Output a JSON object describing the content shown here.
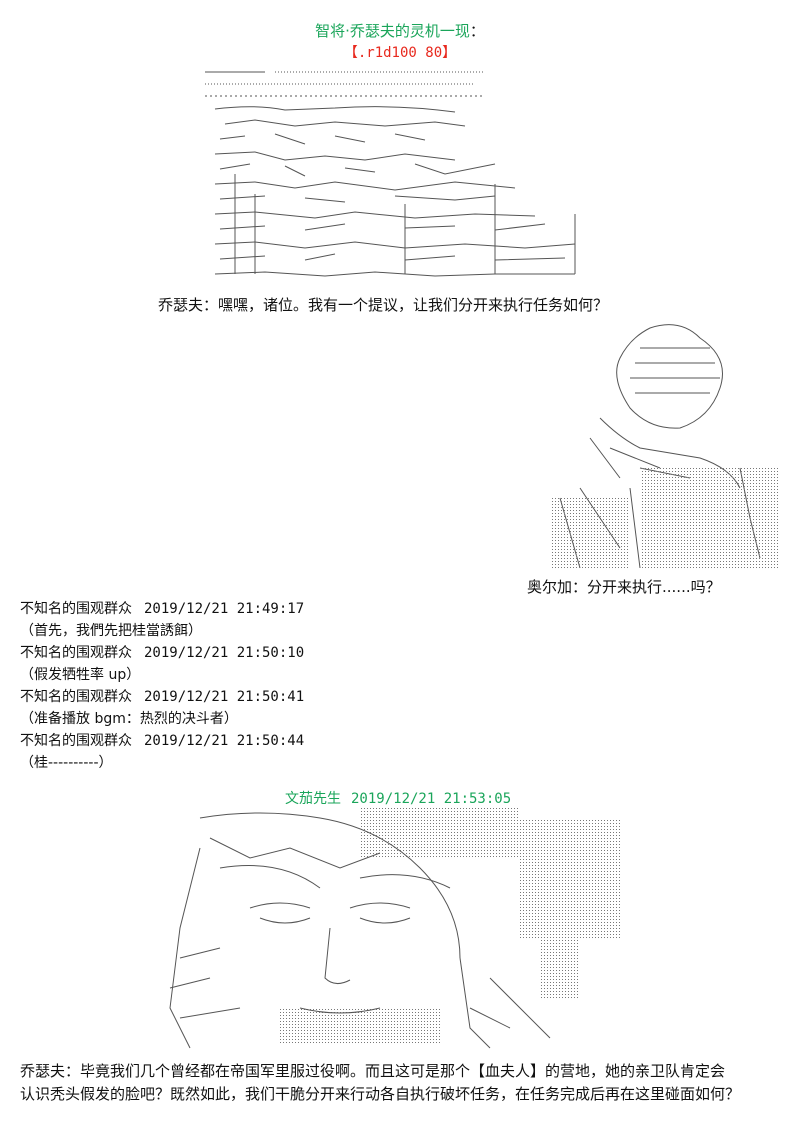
{
  "header": {
    "title": "智将·乔瑟夫的灵机一现",
    "title_suffix": "：",
    "roll": "【.r1d100 80】"
  },
  "lines": {
    "joseph_1": "乔瑟夫：嘿嘿，诸位。我有一个提议，让我们分开来执行任务如何？",
    "ogre_1": "奥尔加：分开来执行......吗？",
    "joseph_2a": "乔瑟夫：毕竟我们几个曾经都在帝国军里服过役啊。而且这可是那个【血夫人】的营地，她的亲卫队肯定会",
    "joseph_2b": "认识秃头假发的脸吧？既然如此，我们干脆分开来行动各自执行破坏任务，在任务完成后再在这里碰面如何？"
  },
  "comments": [
    {
      "user": "不知名的围观群众",
      "time": "2019/12/21 21:49:17",
      "text": "（首先，我們先把桂當誘餌）"
    },
    {
      "user": "不知名的围观群众",
      "time": "2019/12/21 21:50:10",
      "text": "（假发牺牲率 up）"
    },
    {
      "user": "不知名的围观群众",
      "time": "2019/12/21 21:50:41",
      "text": "（准备播放 bgm：热烈的决斗者）"
    },
    {
      "user": "不知名的围观群众",
      "time": "2019/12/21 21:50:44",
      "text": "（桂----------）"
    }
  ],
  "author": {
    "name": "文茄先生",
    "time": "2019/12/21 21:53:05"
  },
  "colors": {
    "accent_green": "#1aa55a",
    "roll_red": "#e8291e"
  }
}
